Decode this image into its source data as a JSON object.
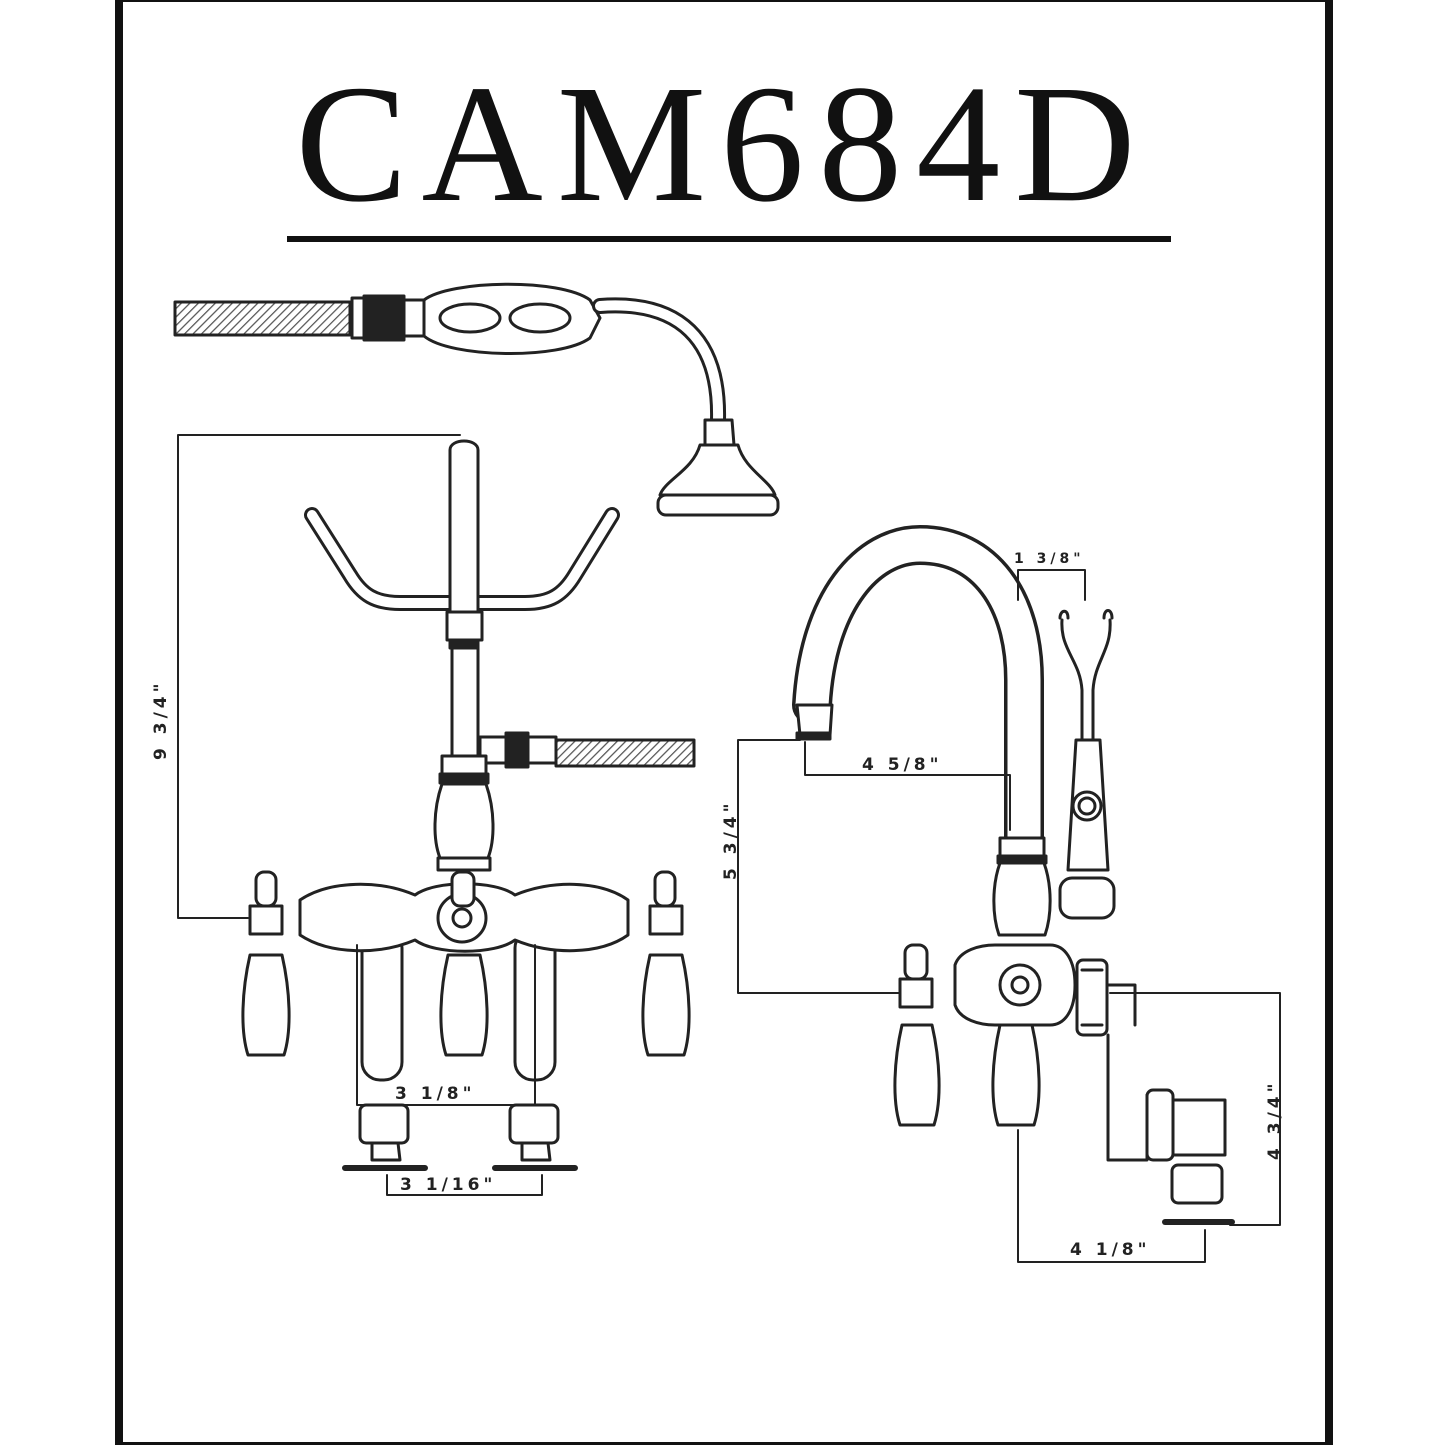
{
  "title": "CAM684D",
  "dimensions": {
    "left_height": "9 3/4\"",
    "left_leg_spacing_top": "3 1/8\"",
    "left_leg_spacing_bottom": "3 1/16\"",
    "right_holder_offset": "1 3/8\"",
    "right_spout_reach": "4 5/8\"",
    "right_spout_height": "5 3/4\"",
    "right_inlet_height": "4 3/4\"",
    "right_inlet_depth": "4 1/8\""
  },
  "colors": {
    "line": "#222222",
    "background": "#ffffff",
    "border": "#111111"
  }
}
